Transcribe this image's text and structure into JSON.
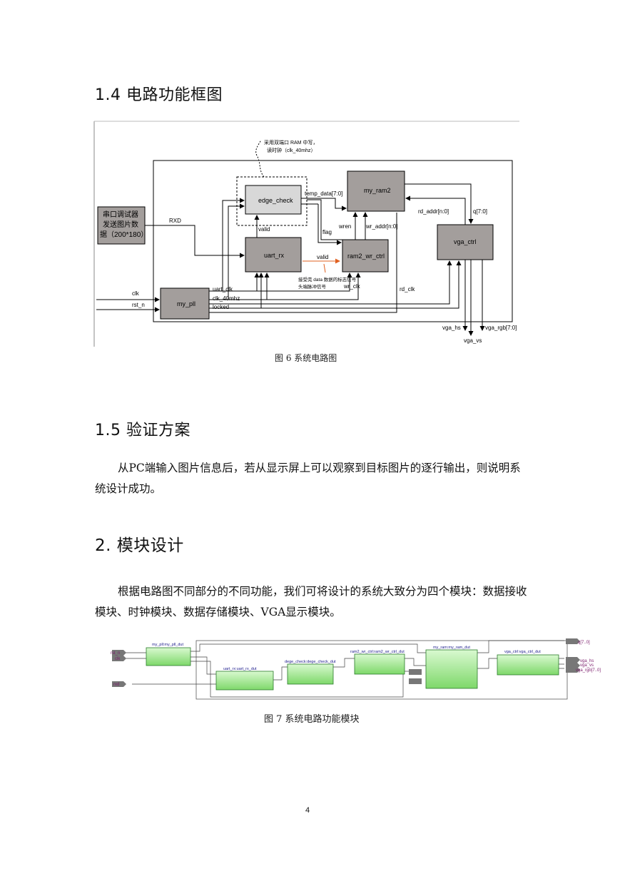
{
  "section_1_4": {
    "title": "1.4 电路功能框图"
  },
  "figure6": {
    "caption": "图 6  系统电路图",
    "blocks": {
      "serial": [
        "串口调试器",
        "发送图片数",
        "据（200*180）"
      ],
      "edge_check": "edge_check",
      "my_ram2": "my_ram2",
      "uart_rx": "uart_rx",
      "ram2_wr_ctrl": "ram2_wr_ctrl",
      "vga_ctrl": "vga_ctrl",
      "my_pll": "my_pll"
    },
    "notes": {
      "ram_note": [
        "采用双端口 RAM 中写，",
        "读时钟（clk_40mhz）"
      ],
      "valid_note": [
        "接受完 data 数据的标志信号",
        "头端脉冲信号"
      ]
    },
    "signals": {
      "rxd": "RXD",
      "valid1": "valid",
      "valid2": "valid",
      "flag": "flag",
      "temp_data": "temp_data[7:0]",
      "wren": "wren",
      "wr_addr": "wr_addr[n:0]",
      "rd_addr": "rd_addr[n:0]",
      "q": "q[7:0]",
      "wr_clk": "wr_clk",
      "rd_clk": "rd_clk",
      "clk": "clk",
      "rst_n": "rst_n",
      "uart_clk": "uart_clk",
      "clk_40mhz": "clk_40mhz",
      "locked": "locked",
      "vga_hs": "vga_hs",
      "vga_vs": "vga_vs",
      "vga_rgb": "vga_rgb[7:0]"
    }
  },
  "section_1_5": {
    "title": "1.5 验证方案",
    "text": "从PC端输入图片信息后，若从显示屏上可以观察到目标图片的逐行输出，则说明系统设计成功。"
  },
  "section_2": {
    "title": "2. 模块设计",
    "text": "根据电路图不同部分的不同功能，我们可将设计的系统大致分为四个模块：数据接收模块、时钟模块、数据存储模块、VGA显示模块。"
  },
  "figure7": {
    "caption": "图 7  系统电路功能模块",
    "modules": {
      "pll": "my_pll:my_pll_dut",
      "uart": "uart_rx:uart_rx_dut",
      "edge": "dege_check:dege_check_dut",
      "wr": "ram2_wr_ctrl:ram2_wr_ctrl_dut",
      "ram": "my_ram:my_ram_dut",
      "vga": "vga_ctrl:vga_ctrl_dut"
    },
    "pins_in": [
      "rst_n",
      "clk",
      "rxd"
    ],
    "pins_out": [
      "q[7..0]",
      "vga_hs",
      "vga_vs",
      "vga_rgb[7..0]"
    ]
  },
  "page_number": "4"
}
